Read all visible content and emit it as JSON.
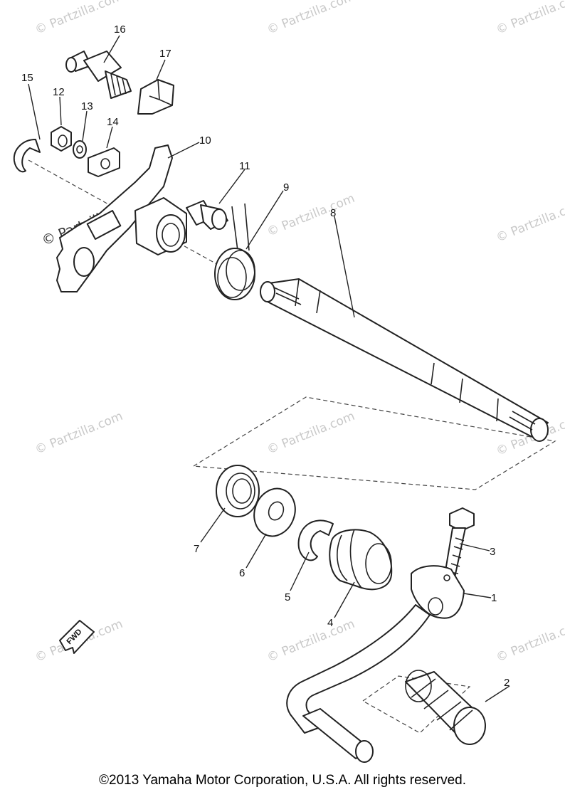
{
  "watermarks": {
    "mark": "© Partzilla.com",
    "prominent": "© Partzilla.com"
  },
  "direction_marker": "FWD",
  "parts": [
    {
      "num": "1"
    },
    {
      "num": "2"
    },
    {
      "num": "3"
    },
    {
      "num": "4"
    },
    {
      "num": "5"
    },
    {
      "num": "6"
    },
    {
      "num": "7"
    },
    {
      "num": "8"
    },
    {
      "num": "9"
    },
    {
      "num": "10"
    },
    {
      "num": "11"
    },
    {
      "num": "12"
    },
    {
      "num": "13"
    },
    {
      "num": "14"
    },
    {
      "num": "15"
    },
    {
      "num": "16"
    },
    {
      "num": "17"
    }
  ],
  "copyright": "©2013 Yamaha Motor Corporation, U.S.A. All rights reserved."
}
